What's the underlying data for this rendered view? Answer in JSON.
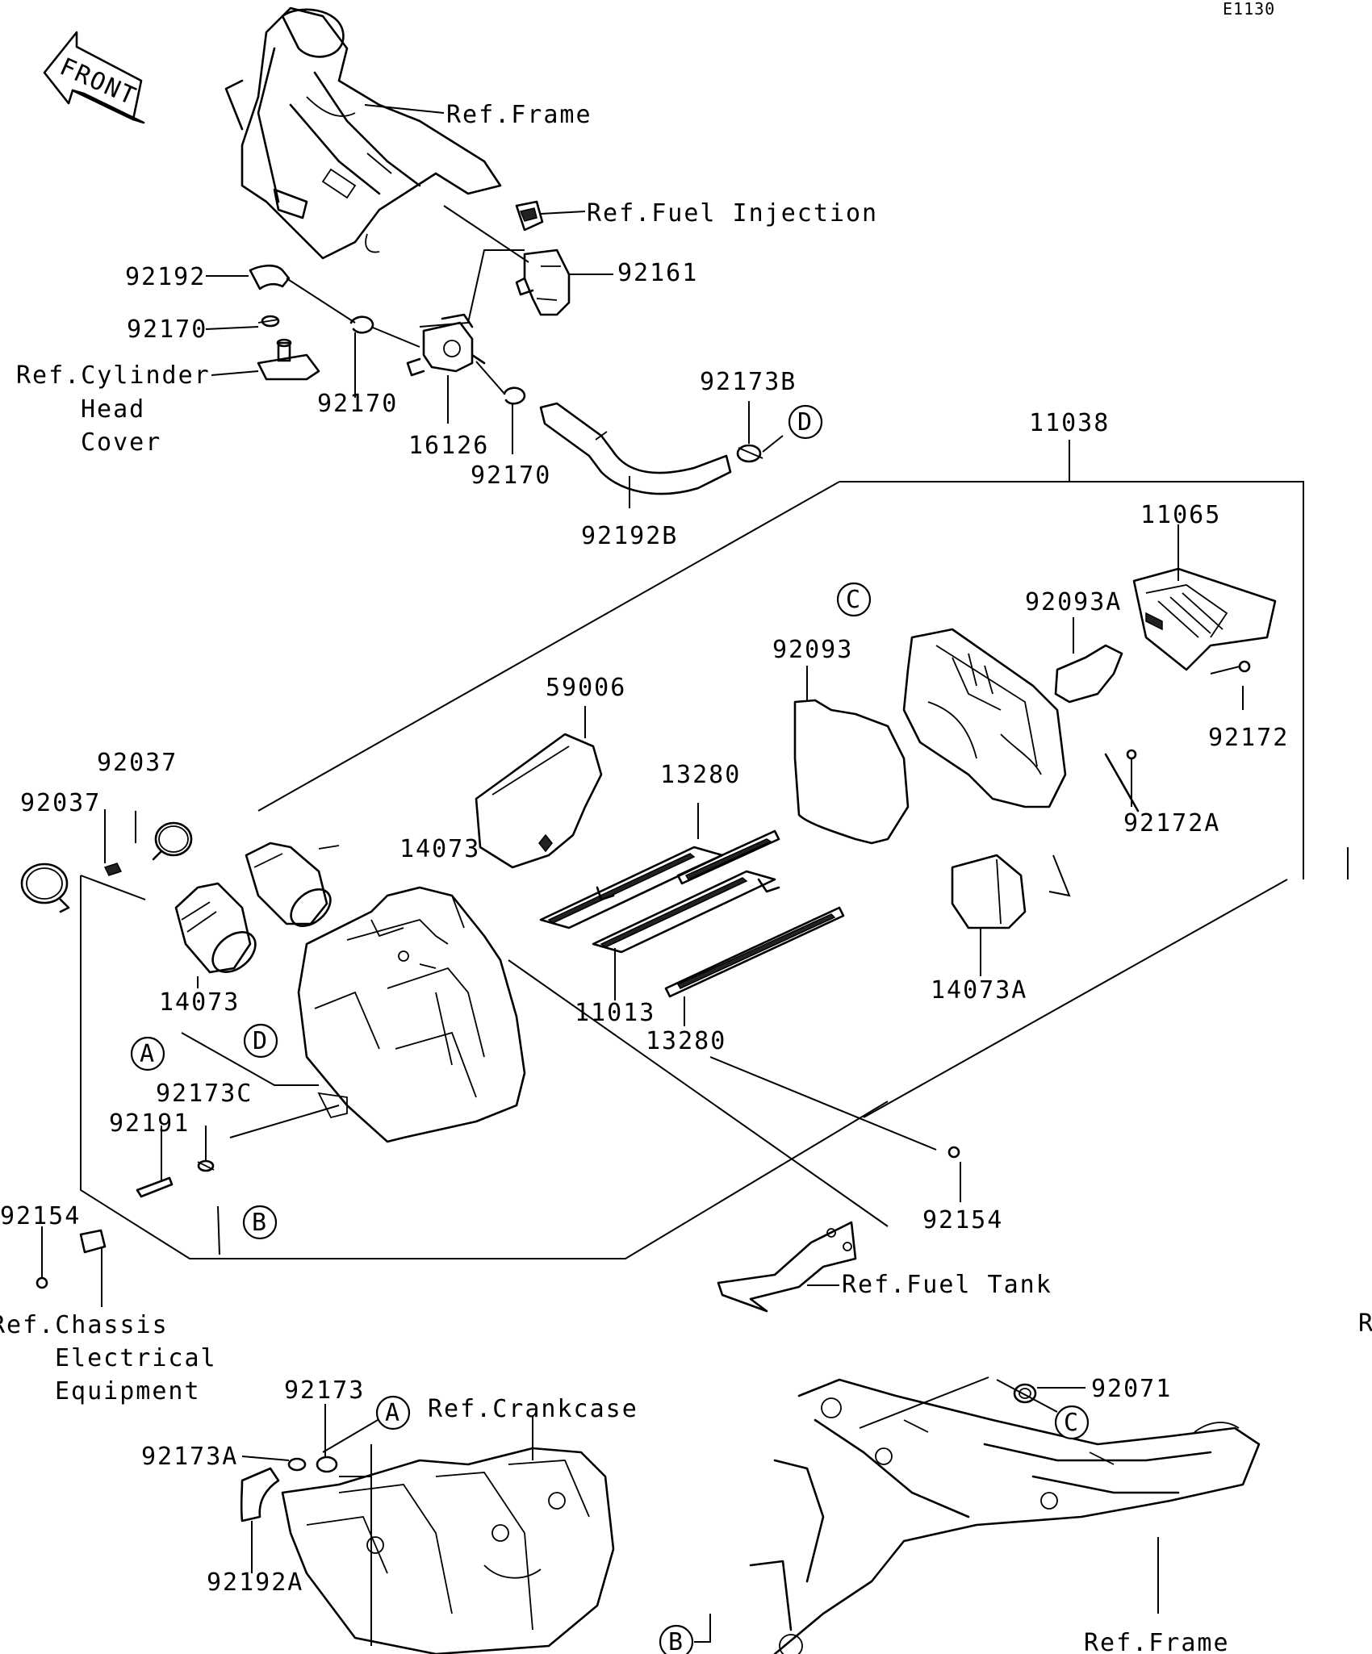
{
  "diagram_code": "E1130",
  "front_label": "FRONT",
  "callouts": {
    "ref_frame_top": "Ref.Frame",
    "ref_fuel_injection": "Ref.Fuel Injection",
    "p92192": "92192",
    "p92161": "92161",
    "p92170_a": "92170",
    "ref_cylinder_head_1": "Ref.Cylinder",
    "ref_cylinder_head_2": "Head",
    "ref_cylinder_head_3": "Cover",
    "p92170_b": "92170",
    "p16126": "16126",
    "p92170_c": "92170",
    "p92173B": "92173B",
    "p11038": "11038",
    "p92192B": "92192B",
    "p11065": "11065",
    "p92093A": "92093A",
    "p92093": "92093",
    "p92172": "92172",
    "p59006": "59006",
    "p13280_top": "13280",
    "p92037_a": "92037",
    "p92037_b": "92037",
    "p14073_top": "14073",
    "p92172A": "92172A",
    "p14073": "14073",
    "p11013": "11013",
    "p13280_bot": "13280",
    "p14073A": "14073A",
    "p92173C": "92173C",
    "p92191": "92191",
    "p92154_left": "92154",
    "p92154_right": "92154",
    "ref_fuel_tank": "Ref.Fuel Tank",
    "ref_chassis_1": "Ref.Chassis",
    "ref_chassis_2": "Electrical",
    "ref_chassis_3": "Equipment",
    "p92173": "92173",
    "p92173A": "92173A",
    "ref_crankcase": "Ref.Crankcase",
    "p92192A": "92192A",
    "p92071": "92071",
    "ref_frame_bottom": "Ref.Frame"
  },
  "markers": {
    "A1": "A",
    "A2": "A",
    "B1": "B",
    "B2": "B",
    "C1": "C",
    "C2": "C",
    "D1": "D",
    "D2": "D"
  },
  "edge_fragment": "R"
}
